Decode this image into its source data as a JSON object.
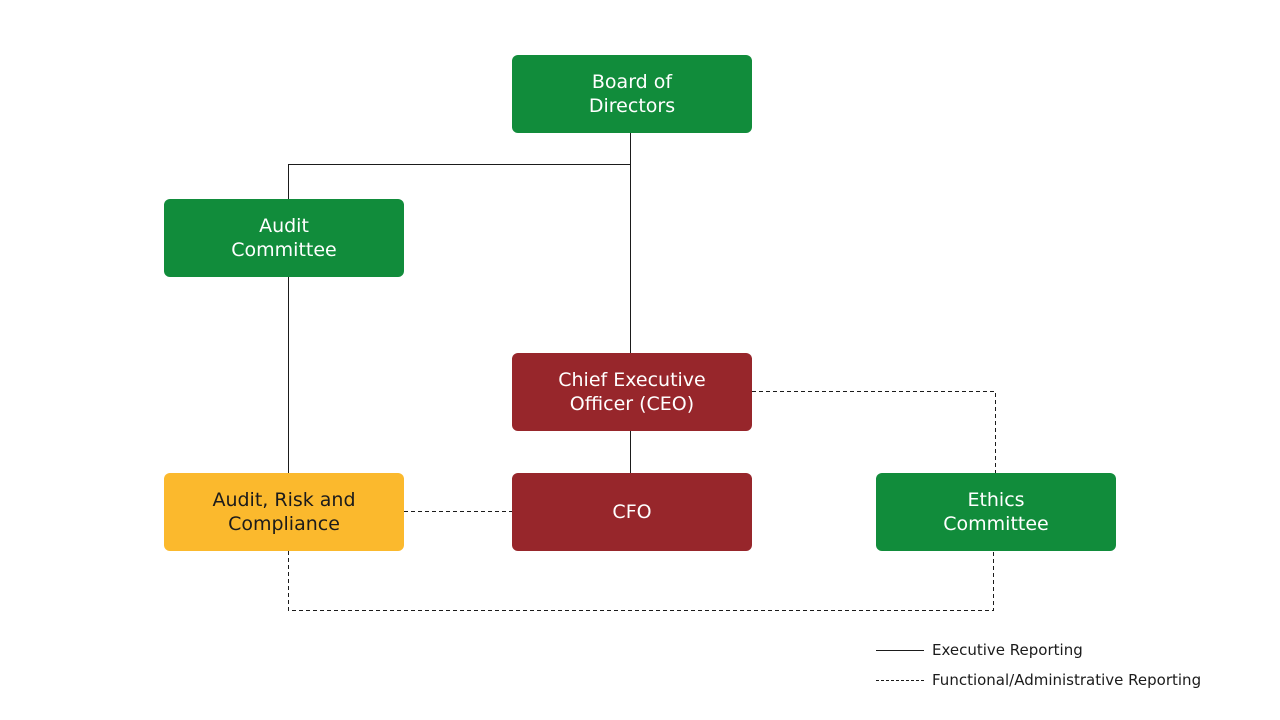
{
  "nodes": {
    "board": {
      "label": "Board of\nDirectors",
      "color": "#118c3b"
    },
    "audit_committee": {
      "label": "Audit\nCommittee",
      "color": "#118c3b"
    },
    "ceo": {
      "label": "Chief Executive\nOfficer (CEO)",
      "color": "#97262b"
    },
    "audit_risk_compliance": {
      "label": "Audit, Risk and\nCompliance",
      "color": "#fbb92d"
    },
    "cfo": {
      "label": "CFO",
      "color": "#97262b"
    },
    "ethics_committee": {
      "label": "Ethics\nCommittee",
      "color": "#118c3b"
    }
  },
  "connections": [
    {
      "from": "Board of Directors",
      "to": "Audit Committee",
      "style": "solid"
    },
    {
      "from": "Board of Directors",
      "to": "Chief Executive Officer (CEO)",
      "style": "solid"
    },
    {
      "from": "Audit Committee",
      "to": "Audit, Risk and Compliance",
      "style": "solid"
    },
    {
      "from": "Chief Executive Officer (CEO)",
      "to": "CFO",
      "style": "solid"
    },
    {
      "from": "Audit, Risk and Compliance",
      "to": "CFO",
      "style": "dashed"
    },
    {
      "from": "Chief Executive Officer (CEO)",
      "to": "Ethics Committee",
      "style": "dashed"
    },
    {
      "from": "Audit, Risk and Compliance",
      "to": "Ethics Committee",
      "style": "dashed"
    }
  ],
  "legend": {
    "solid_label": "Executive Reporting",
    "dashed_label": "Functional/Administrative Reporting"
  }
}
